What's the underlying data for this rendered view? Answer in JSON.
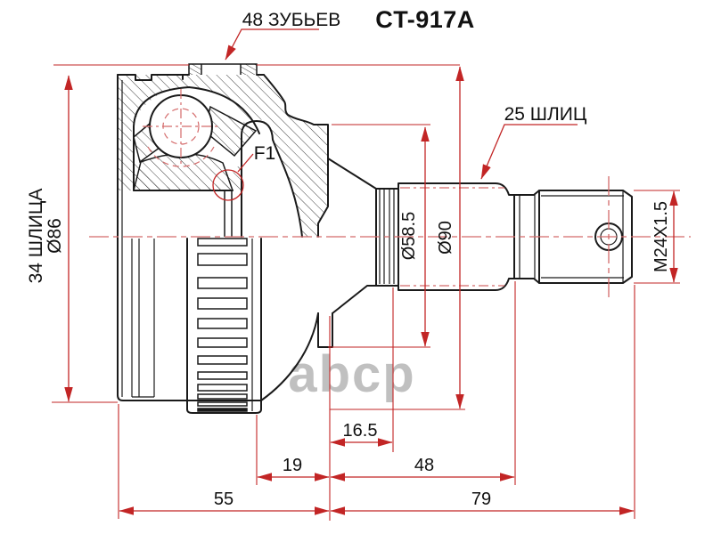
{
  "title": "CT-917A",
  "watermark": "abcp",
  "callouts": {
    "teeth": "48 ЗУБЬЕВ",
    "outer_splines": "25 ШЛИЦ",
    "detail": "F1"
  },
  "dimensions": {
    "inner_splines": "34 ШЛИЦА",
    "body_diameter": "Ø86",
    "ball_pcd_diameter": "Ø58.5",
    "ring_diameter": "Ø90",
    "thread": "M24X1.5",
    "boot_groove_length": "16.5",
    "neck_length": "19",
    "spline_shaft_length": "48",
    "body_length": "55",
    "shaft_total_length": "79"
  },
  "colors": {
    "dimension_red": "#c22525",
    "centerline_red": "#d46a6a",
    "drawing_black": "#1a1a1a",
    "watermark_gray": "#b6b6b6",
    "background": "#ffffff"
  }
}
